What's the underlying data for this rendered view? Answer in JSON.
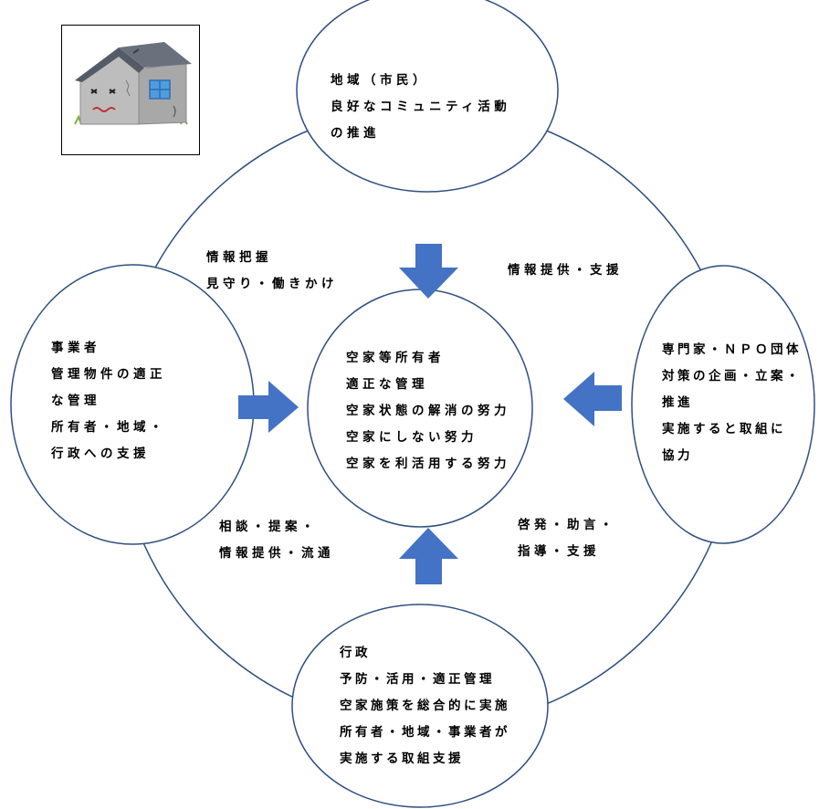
{
  "colors": {
    "arrow": "#4472c4",
    "outline": "#2f4f7f",
    "house_wall": "#b3b3b3",
    "house_roof": "#555b66",
    "window": "#4f9de0"
  },
  "illustration": {
    "icon": "sad-abandoned-house-icon"
  },
  "nodes": {
    "community": {
      "lines": [
        "地域（市民）",
        "良好なコミュニティ活動",
        "の推進"
      ]
    },
    "center": {
      "lines": [
        "空家等所有者",
        "適正な管理",
        "空家状態の解消の努力",
        "空家にしない努力",
        "空家を利活用する努力"
      ]
    },
    "business": {
      "lines": [
        "事業者",
        "管理物件の適正",
        "な管理",
        "所有者・地域・",
        "行政への支援"
      ]
    },
    "experts": {
      "lines": [
        "専門家・ＮＰＯ団体",
        "対策の企画・立案・",
        "推進",
        "実施すると取組に",
        "協力"
      ]
    },
    "administration": {
      "lines": [
        "行政",
        "予防・活用・適正管理",
        "空家施策を総合的に実施",
        "所有者・地域・事業者が",
        "実施する取組支援"
      ]
    }
  },
  "edge_labels": {
    "top_left": {
      "lines": [
        "情報把握",
        "見守り・働きかけ"
      ]
    },
    "top_right": {
      "lines": [
        "情報提供・支援"
      ]
    },
    "bottom_left": {
      "lines": [
        "相談・提案・",
        "情報提供・流通"
      ]
    },
    "bottom_right": {
      "lines": [
        "啓発・助言・",
        "指導・支援"
      ]
    }
  },
  "arrows": [
    "down",
    "right",
    "left",
    "up"
  ]
}
